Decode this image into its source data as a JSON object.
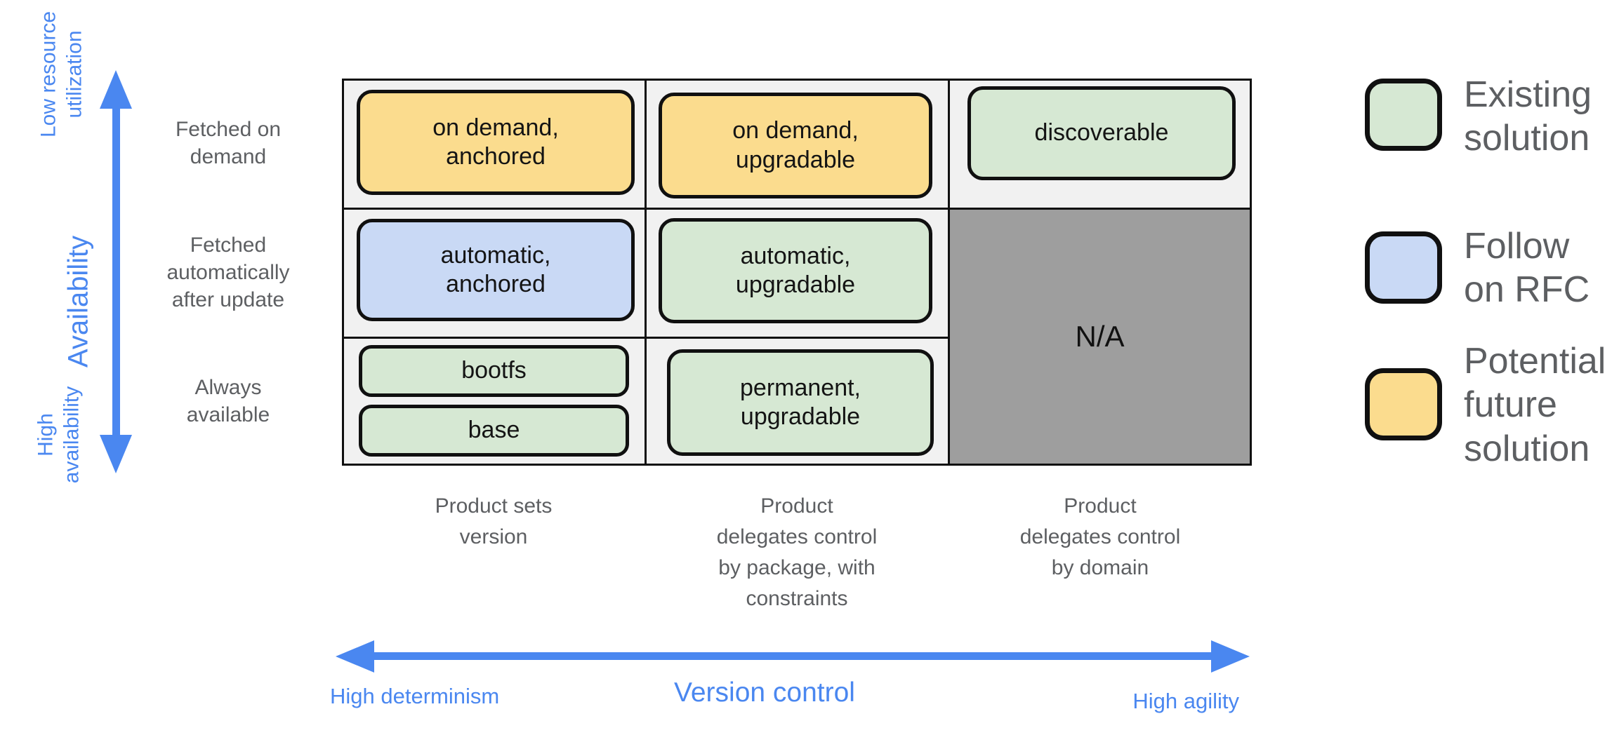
{
  "colors": {
    "accent_blue": "#4a87f0",
    "text_gray": "#5d5f62",
    "existing_green": "#d6e8d3",
    "follow_blue": "#c9d9f5",
    "potential_yellow": "#fbdc8e",
    "na_gray": "#9e9e9e",
    "cell_bg": "#f1f1f1",
    "outline_black": "#101010"
  },
  "y_axis": {
    "top_label": "Low resource\nutilization",
    "axis_label": "Availability",
    "bottom_label": "High\navailability"
  },
  "row_labels": [
    "Fetched on\ndemand",
    "Fetched\nautomatically\nafter update",
    "Always\navailable"
  ],
  "grid": {
    "boxes": {
      "r1c1": {
        "text": "on demand,\nanchored",
        "kind": "potential-future-solution"
      },
      "r1c2": {
        "text": "on demand,\nupgradable",
        "kind": "potential-future-solution"
      },
      "r1c3": {
        "text": "discoverable",
        "kind": "existing-solution"
      },
      "r2c1": {
        "text": "automatic,\nanchored",
        "kind": "follow-on-rfc"
      },
      "r2c2": {
        "text": "automatic,\nupgradable",
        "kind": "existing-solution"
      },
      "r3c1a": {
        "text": "bootfs",
        "kind": "existing-solution"
      },
      "r3c1b": {
        "text": "base",
        "kind": "existing-solution"
      },
      "r3c2": {
        "text": "permanent,\nupgradable",
        "kind": "existing-solution"
      }
    },
    "na_label": "N/A"
  },
  "column_labels": [
    "Product sets\nversion",
    "Product\ndelegates control\nby package, with\nconstraints",
    "Product\ndelegates control\nby domain"
  ],
  "x_axis": {
    "left_label": "High determinism",
    "axis_label": "Version control",
    "right_label": "High agility"
  },
  "legend": {
    "existing": {
      "label": "Existing\nsolution",
      "kind": "existing-solution"
    },
    "follow": {
      "label": "Follow\non RFC",
      "kind": "follow-on-rfc"
    },
    "potential": {
      "label": "Potential\nfuture\nsolution",
      "kind": "potential-future-solution"
    }
  }
}
